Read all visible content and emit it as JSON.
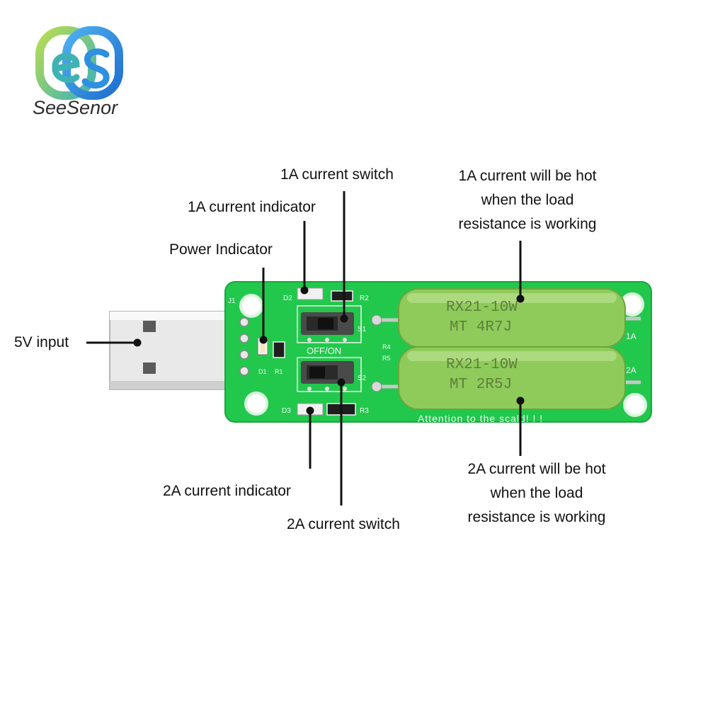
{
  "brand": {
    "name": "SeeSenor",
    "colors": {
      "blue": "#2f8fe0",
      "green": "#7ec241",
      "teal": "#3fb2b6"
    }
  },
  "labels": {
    "input_5v": "5V input",
    "power_indicator": "Power Indicator",
    "indicator_1a": "1A current indicator",
    "switch_1a": "1A current switch",
    "hot_1a": [
      "1A current will be hot",
      "when the load",
      "resistance is working"
    ],
    "indicator_2a": "2A current indicator",
    "switch_2a": "2A current switch",
    "hot_2a": [
      "2A current will be hot",
      "when the load",
      "resistance is working"
    ]
  },
  "board": {
    "pcb_color": "#22c84c",
    "resistor_color": "#8ecb5a",
    "silkscreen": {
      "j1": "J1",
      "d1": "D1",
      "r1": "R1",
      "d2": "D2",
      "r2": "R2",
      "d3": "D3",
      "r3": "R3",
      "r4": "R4",
      "r5": "R5",
      "s1": "S1",
      "s2": "S2",
      "off_on": "OFF/ON",
      "tag_1a": "1A",
      "tag_2a": "2A",
      "attention": "Attention to the scald! ! !"
    },
    "resistor_top": {
      "line1": "RX21-10W",
      "line2": "MT 4R7J"
    },
    "resistor_bottom": {
      "line1": "RX21-10W",
      "line2": "MT 2R5J"
    }
  }
}
